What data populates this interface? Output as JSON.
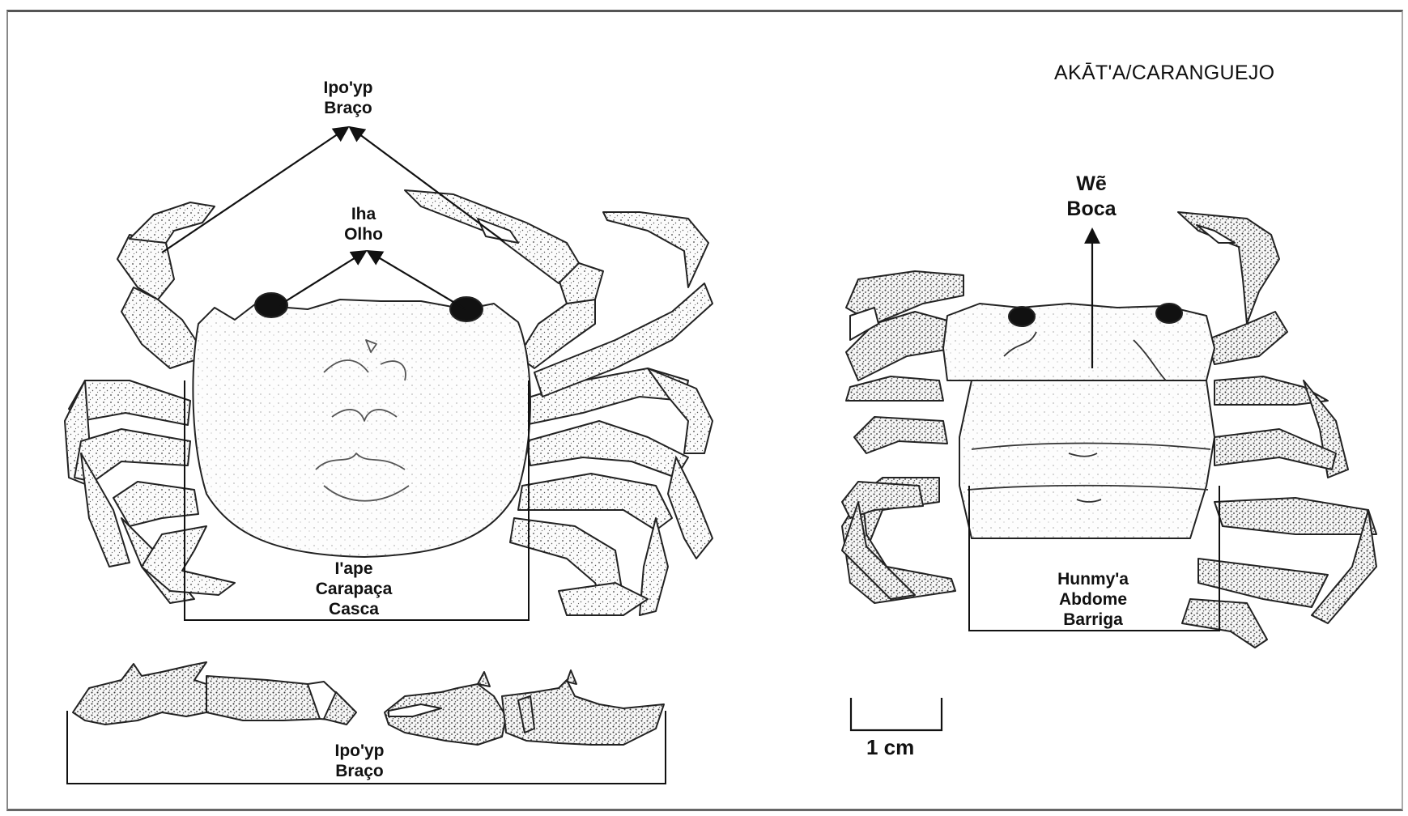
{
  "title": "AKĀT'A/CARANGUEJO",
  "labels": {
    "arm_top": {
      "line1": "Ipo'yp",
      "line2": "Braço"
    },
    "eye": {
      "line1": "Iha",
      "line2": "Olho"
    },
    "carapace": {
      "line1": "I'ape",
      "line2": "Carapaça",
      "line3": "Casca"
    },
    "mouth": {
      "line1": "Wẽ",
      "line2": "Boca"
    },
    "abdomen": {
      "line1": "Hunmy'a",
      "line2": "Abdome",
      "line3": "Barriga"
    },
    "arm_bottom": {
      "line1": "Ipo'yp",
      "line2": "Braço"
    }
  },
  "scale_bar": {
    "label": "1 cm"
  }
}
